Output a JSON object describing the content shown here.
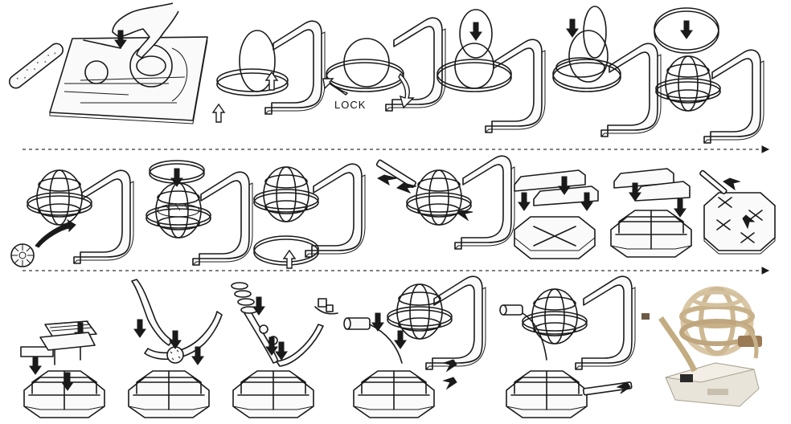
{
  "labels": {
    "lock": "LOCK"
  },
  "colors": {
    "line": "#1a1a1a",
    "background": "#ffffff",
    "photo_wood": "#d9c6a4",
    "photo_base": "#e9e4da"
  },
  "steps": [
    {
      "row": 1,
      "index": 1,
      "icon": "hand-pressing-sheet-icon"
    },
    {
      "row": 1,
      "index": 2,
      "icon": "ring-insert-icon"
    },
    {
      "row": 1,
      "index": 3,
      "icon": "lock-rotate-icon"
    },
    {
      "row": 1,
      "index": 4,
      "icon": "ring-drop-icon"
    },
    {
      "row": 1,
      "index": 5,
      "icon": "ring-drop-icon"
    },
    {
      "row": 1,
      "index": 6,
      "icon": "disc-drop-icon"
    },
    {
      "row": 2,
      "index": 1,
      "icon": "gear-insert-icon"
    },
    {
      "row": 2,
      "index": 2,
      "icon": "disc-drop-icon"
    },
    {
      "row": 2,
      "index": 3,
      "icon": "ring-insert-icon"
    },
    {
      "row": 2,
      "index": 4,
      "icon": "rod-insert-icon"
    },
    {
      "row": 2,
      "index": 5,
      "icon": "panel-insert-icon"
    },
    {
      "row": 2,
      "index": 6,
      "icon": "panel-insert-icon"
    },
    {
      "row": 2,
      "index": 7,
      "icon": "cross-peg-icon"
    },
    {
      "row": 3,
      "index": 1,
      "icon": "solar-panel-icon"
    },
    {
      "row": 3,
      "index": 2,
      "icon": "arm-attach-icon"
    },
    {
      "row": 3,
      "index": 3,
      "icon": "gear-stack-icon"
    },
    {
      "row": 3,
      "index": 4,
      "icon": "motor-attach-icon"
    },
    {
      "row": 3,
      "index": 5,
      "icon": "globe-mount-icon"
    },
    {
      "row": 3,
      "index": 6,
      "icon": "finished-model-icon"
    },
    {
      "row": 3,
      "index": 7,
      "icon": "photo-icon"
    }
  ]
}
